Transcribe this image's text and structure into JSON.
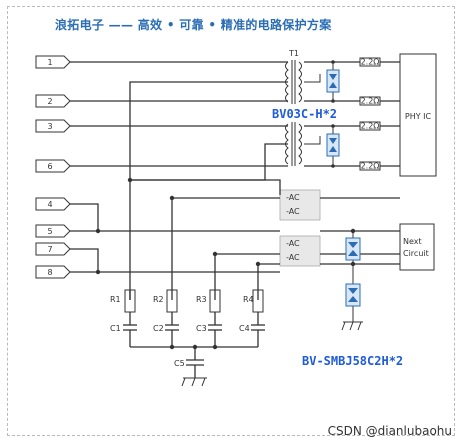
{
  "header": {
    "title": "浪拓电子 —— 高效 • 可靠 • 精准的电路保护方案"
  },
  "ports": [
    "1",
    "2",
    "3",
    "6",
    "4",
    "5",
    "7",
    "8"
  ],
  "transformer_label": "T1",
  "resistors": [
    "R1",
    "R2",
    "R3",
    "R4"
  ],
  "capacitors": [
    "C1",
    "C2",
    "C3",
    "C4"
  ],
  "common_capacitor": "C5",
  "series_resistors": [
    "2.2Ω",
    "2.2Ω",
    "2.2Ω",
    "2.2Ω"
  ],
  "blocks": {
    "phy": "PHY IC",
    "next_circuit_line1": "Next",
    "next_circuit_line2": "Circuit"
  },
  "choke_labels": [
    "-AC",
    "-AC",
    "-AC",
    "-AC"
  ],
  "tvs_labels": {
    "upper": "BV03C-H*2",
    "lower": "BV-SMBJ58C2H*2"
  },
  "watermark": "CSDN @dianlubaohu",
  "colors": {
    "accent": "#2a6db5",
    "line": "#333333",
    "label_blue": "#1e5bd8"
  }
}
